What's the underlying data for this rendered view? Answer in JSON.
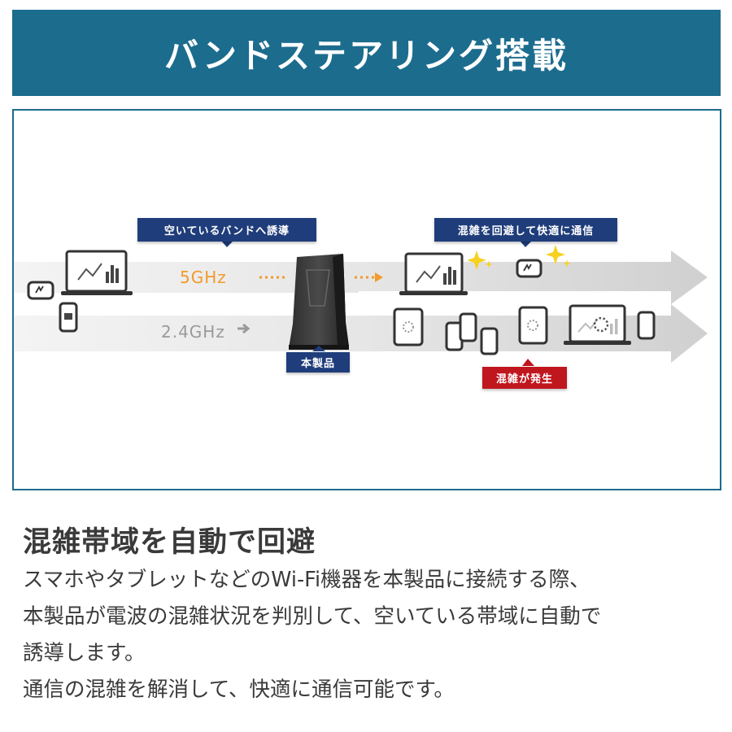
{
  "header": {
    "title": "バンドステアリング搭載"
  },
  "diagram": {
    "callout_steer": "空いているバンドへ誘導",
    "callout_avoid": "混雑を回避して快適に通信",
    "callout_congestion": "混雑が発生",
    "router_label": "本製品",
    "band_5ghz": "5GHz",
    "band_24ghz": "2.4GHz",
    "colors": {
      "header": "#1c6c8e",
      "callout_blue": "#1f3d7a",
      "callout_red": "#c0161e",
      "band_5ghz": "#f39a2b",
      "band_24ghz": "#9a9a9a"
    }
  },
  "content": {
    "subtitle": "混雑帯域を自動で回避",
    "lines": [
      "スマホやタブレットなどのWi-Fi機器を本製品に接続する際、",
      "本製品が電波の混雑状況を判別して、空いている帯域に自動で",
      "誘導します。",
      "通信の混雑を解消して、快適に通信可能です。"
    ]
  }
}
